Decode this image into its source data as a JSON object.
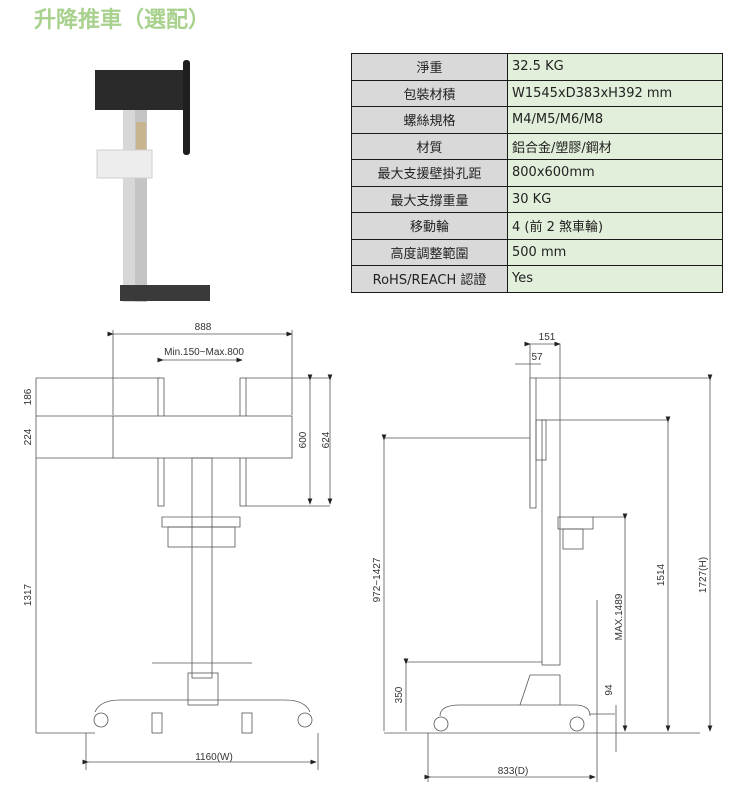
{
  "title": "升降推車（選配）",
  "spec_table": {
    "rows": [
      {
        "label": "淨重",
        "value": "32.5 KG"
      },
      {
        "label": "包裝材積",
        "value": "W1545xD383xH392 mm"
      },
      {
        "label": "螺絲規格",
        "value": "M4/M5/M6/M8"
      },
      {
        "label": "材質",
        "value": "鋁合金/塑膠/鋼材"
      },
      {
        "label": "最大支援壁掛孔距",
        "value": "800x600mm"
      },
      {
        "label": "最大支撐重量",
        "value": "30 KG"
      },
      {
        "label": "移動輪",
        "value": "4 (前 2 煞車輪)"
      },
      {
        "label": "高度調整範圍",
        "value": "500 mm"
      },
      {
        "label": "RoHS/REACH  認證",
        "value": "Yes"
      }
    ]
  },
  "front_view": {
    "width_top": "888",
    "vesa_range": "Min.150~Max.800",
    "dim_186": "186",
    "dim_224": "224",
    "dim_600": "600",
    "dim_624": "624",
    "dim_1317": "1317",
    "base_width": "1160(W)"
  },
  "side_view": {
    "dim_151": "151",
    "dim_57": "57",
    "height_range": "972~1427",
    "shelf_height": "350",
    "max_height": "MAX.1489",
    "dim_94": "94",
    "dim_1514": "1514",
    "total_height": "1727(H)",
    "depth": "833(D)"
  }
}
